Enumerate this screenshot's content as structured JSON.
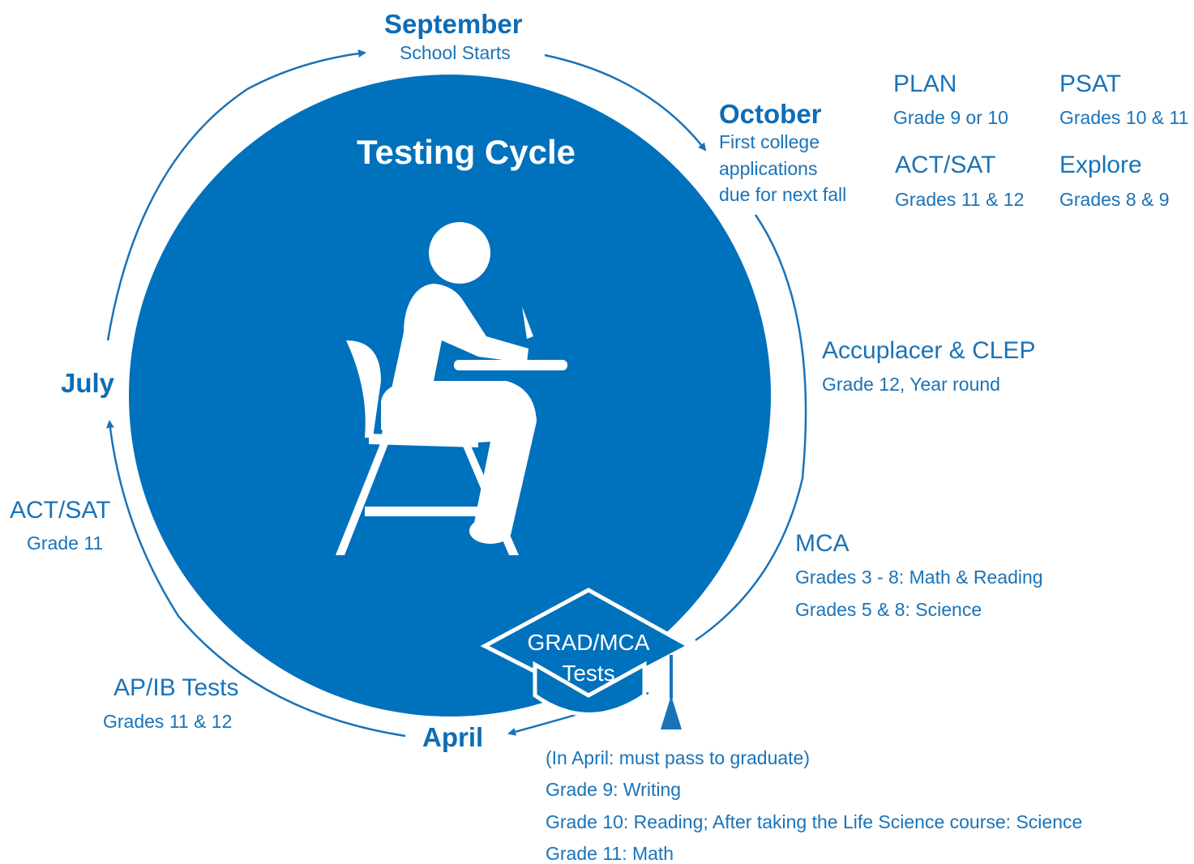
{
  "diagram": {
    "title": "Testing Cycle",
    "months": {
      "september": {
        "name": "September",
        "note": "School Starts"
      },
      "october": {
        "name": "October",
        "note_lines": [
          "First college",
          "applications",
          "due for next fall"
        ]
      },
      "july": {
        "name": "July"
      },
      "april": {
        "name": "April"
      }
    },
    "tests": {
      "plan": {
        "name": "PLAN",
        "grades": "Grade 9 or 10"
      },
      "psat": {
        "name": "PSAT",
        "grades": "Grades 10 & 11"
      },
      "act_sat_fall": {
        "name": "ACT/SAT",
        "grades": "Grades 11 & 12"
      },
      "explore": {
        "name": "Explore",
        "grades": "Grades 8 & 9"
      },
      "accuplacer_clep": {
        "name": "Accuplacer & CLEP",
        "grades": "Grade 12, Year round"
      },
      "mca": {
        "name": "MCA",
        "lines": [
          "Grades 3 - 8: Math & Reading",
          "Grades 5 & 8: Science"
        ]
      },
      "act_sat_spring": {
        "name": "ACT/SAT",
        "grades": "Grade 11"
      },
      "ap_ib": {
        "name": "AP/IB Tests",
        "grades": "Grades 11 & 12"
      },
      "grad_mca": {
        "cap_lines": [
          "GRAD/MCA",
          "Tests"
        ],
        "notes": [
          "(In April: must pass to graduate)",
          "Grade 9: Writing",
          "Grade 10: Reading; After taking the Life Science course: Science",
          "Grade 11: Math"
        ]
      }
    },
    "colors": {
      "primary": "#0071bc",
      "text": "#1a73b8",
      "background": "#ffffff"
    },
    "icons": [
      "student-at-desk-icon",
      "graduation-cap-icon"
    ]
  }
}
